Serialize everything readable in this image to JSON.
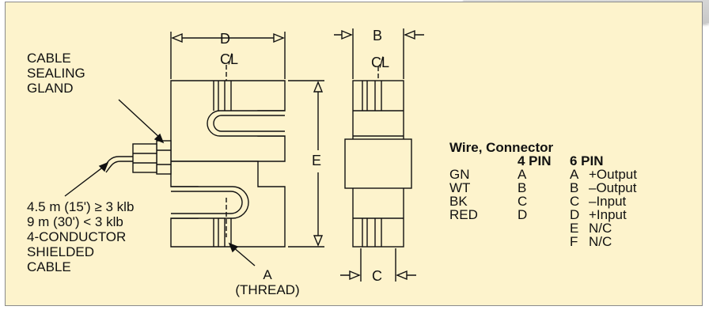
{
  "labels": {
    "cable_gland": [
      "CABLE",
      "SEALING",
      "GLAND"
    ],
    "cable_spec": [
      "4.5 m (15') ≥ 3 klb",
      "9 m (30') < 3 klb",
      "4-CONDUCTOR",
      "SHIELDED",
      "CABLE"
    ],
    "thread": [
      "A",
      "(THREAD)"
    ]
  },
  "dimensions": {
    "d": "D",
    "b": "B",
    "c": "C",
    "e": "E",
    "centerline": "C̸L"
  },
  "wire_table": {
    "title": "Wire, Connector",
    "headers": [
      "4 PIN",
      "6 PIN"
    ],
    "rows": [
      {
        "color": "GN",
        "pin4": "A",
        "pin6": "A",
        "signal": "+Output"
      },
      {
        "color": "WT",
        "pin4": "B",
        "pin6": "B",
        "signal": "–Output"
      },
      {
        "color": "BK",
        "pin4": "C",
        "pin6": "C",
        "signal": "–Input"
      },
      {
        "color": "RED",
        "pin4": "D",
        "pin6": "D",
        "signal": "+Input"
      },
      {
        "color": "",
        "pin4": "",
        "pin6": "E",
        "signal": "N/C"
      },
      {
        "color": "",
        "pin4": "",
        "pin6": "F",
        "signal": "N/C"
      }
    ]
  },
  "colors": {
    "panel": "#fdf3cc",
    "line": "#111111",
    "tab": "#d4d4d4"
  }
}
